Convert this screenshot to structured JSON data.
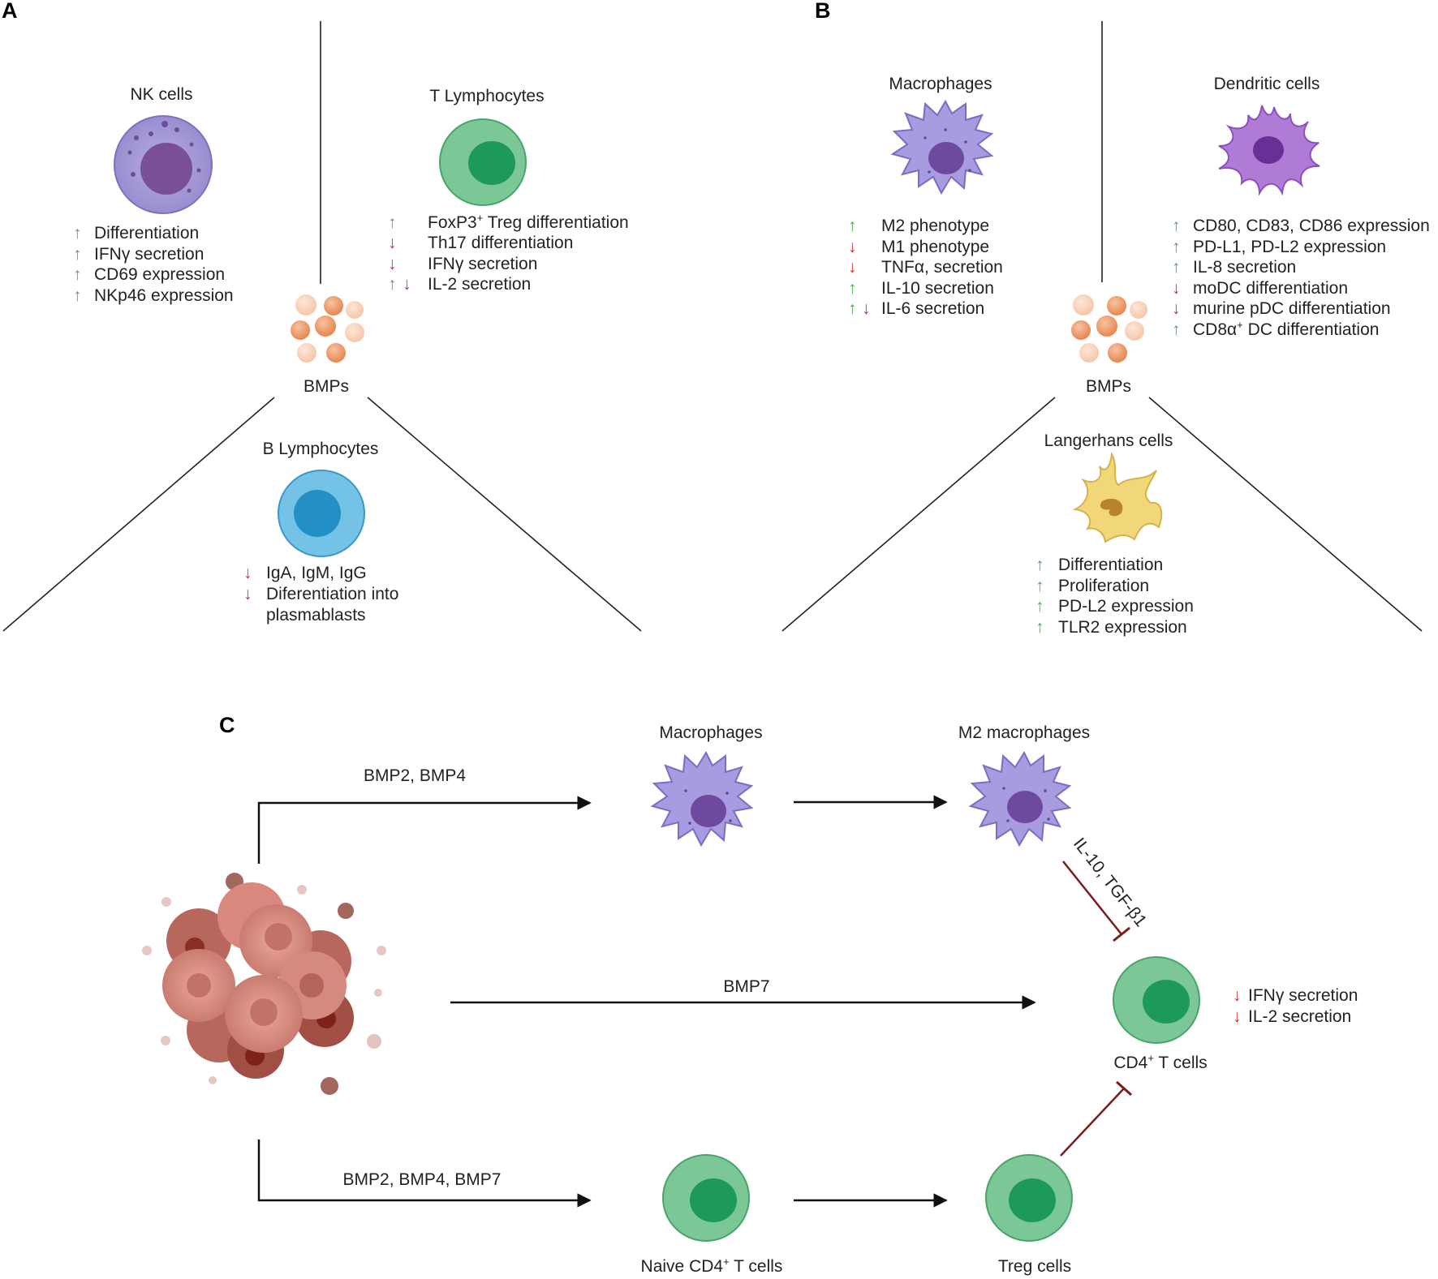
{
  "colors": {
    "up_arrow": "#4caf50",
    "down_arrow": "#d32f2f",
    "inhibit": "#7a1c1c",
    "nk_cell": "#9c8fd0",
    "t_cell": "#7cc796",
    "b_cell": "#5fb7de",
    "macrophage": "#a99be0",
    "dendritic": "#b07bd6",
    "langerhans": "#f2d77a",
    "bmp": "#f0a070",
    "tumor": "#c97a6e"
  },
  "panel_a": {
    "letter": "A",
    "bmps_label": "BMPs",
    "nk": {
      "title": "NK cells",
      "icon": "nk-cell-icon",
      "items": [
        {
          "dir": "up",
          "text": "Differentiation"
        },
        {
          "dir": "up",
          "text": "IFNγ secretion"
        },
        {
          "dir": "up",
          "text": "CD69 expression"
        },
        {
          "dir": "up",
          "text": "NKp46 expression"
        }
      ]
    },
    "t": {
      "title": "T Lymphocytes",
      "icon": "t-cell-icon",
      "items": [
        {
          "dir": "up",
          "text_pre": "FoxP3",
          "sup": "+",
          "text_post": " Treg differentiation"
        },
        {
          "dir": "down",
          "text": "Th17 differentiation"
        },
        {
          "dir": "down",
          "text": "IFNγ secretion"
        },
        {
          "dir": "both",
          "text": "IL-2 secretion"
        }
      ]
    },
    "b": {
      "title": "B Lymphocytes",
      "icon": "b-cell-icon",
      "items": [
        {
          "dir": "down",
          "text": "IgA, IgM, IgG"
        },
        {
          "dir": "down",
          "text": "Diferentiation into"
        },
        {
          "dir": "none",
          "text": "plasmablasts"
        }
      ]
    }
  },
  "panel_b": {
    "letter": "B",
    "bmps_label": "BMPs",
    "macrophages": {
      "title": "Macrophages",
      "icon": "macrophage-icon",
      "items": [
        {
          "dir": "up",
          "text": "M2 phenotype"
        },
        {
          "dir": "down",
          "text": "M1 phenotype"
        },
        {
          "dir": "down",
          "text": "TNFα, secretion"
        },
        {
          "dir": "up",
          "text": "IL-10 secretion"
        },
        {
          "dir": "both",
          "text": "IL-6 secretion"
        }
      ]
    },
    "dendritic": {
      "title": "Dendritic cells",
      "icon": "dendritic-cell-icon",
      "items": [
        {
          "dir": "up",
          "text": "CD80, CD83, CD86 expression"
        },
        {
          "dir": "up",
          "text": "PD-L1, PD-L2 expression"
        },
        {
          "dir": "up",
          "text": "IL-8 secretion"
        },
        {
          "dir": "down",
          "text": "moDC differentiation"
        },
        {
          "dir": "down",
          "text": "murine pDC differentiation"
        },
        {
          "dir": "up",
          "text_pre": "CD8α",
          "sup": "+",
          "text_post": " DC differentiation"
        }
      ]
    },
    "langerhans": {
      "title": "Langerhans cells",
      "icon": "langerhans-cell-icon",
      "items": [
        {
          "dir": "up",
          "text": "Differentiation"
        },
        {
          "dir": "up",
          "text": "Proliferation"
        },
        {
          "dir": "up",
          "text": "PD-L2 expression"
        },
        {
          "dir": "up",
          "text": "TLR2 expression"
        }
      ]
    }
  },
  "panel_c": {
    "letter": "C",
    "macrophages_label": "Macrophages",
    "m2_label": "M2 macrophages",
    "edge_top": "BMP2, BMP4",
    "edge_mid": "BMP7",
    "edge_bottom": "BMP2, BMP4, BMP7",
    "inhibit_label": "IL-10, TGF-β1",
    "cd4_label_pre": "CD4",
    "cd4_label_sup": "+",
    "cd4_label_post": " T cells",
    "naive_label_pre": "Naive CD4",
    "naive_label_sup": "+",
    "naive_label_post": " T cells",
    "treg_label": "Treg cells",
    "effects": [
      {
        "dir": "down",
        "text": "IFNγ secretion"
      },
      {
        "dir": "down",
        "text": "IL-2 secretion"
      }
    ]
  }
}
